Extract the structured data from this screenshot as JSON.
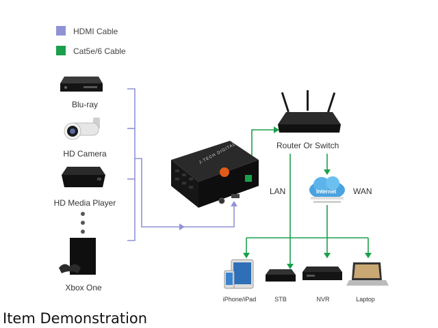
{
  "legend": [
    {
      "label": "HDMI Cable",
      "color": "#8f93d6"
    },
    {
      "label": "Cat5e/6 Cable",
      "color": "#19a04a"
    }
  ],
  "sources": [
    {
      "label": "Blu-ray",
      "icon": "bluray-player-icon"
    },
    {
      "label": "HD Camera",
      "icon": "security-camera-icon"
    },
    {
      "label": "HD Media Player",
      "icon": "media-player-icon"
    },
    {
      "label": "Xbox One",
      "icon": "xbox-console-icon"
    }
  ],
  "center_device": {
    "brand": "J-TECH DIGITAL",
    "icon": "hdmi-encoder-icon"
  },
  "network": {
    "router_label": "Router Or Switch",
    "lan_label": "LAN",
    "wan_label": "WAN",
    "cloud_label": "Internet"
  },
  "destinations": [
    {
      "label": "iPhone/iPad",
      "icon": "phone-tablet-icon"
    },
    {
      "label": "STB",
      "icon": "set-top-box-icon"
    },
    {
      "label": "NVR",
      "icon": "nvr-recorder-icon"
    },
    {
      "label": "Laptop",
      "icon": "laptop-icon"
    }
  ],
  "caption": "Item Demonstration",
  "colors": {
    "hdmi": "#8f93d6",
    "cat": "#19a04a",
    "device_dark": "#1b1b1b"
  }
}
